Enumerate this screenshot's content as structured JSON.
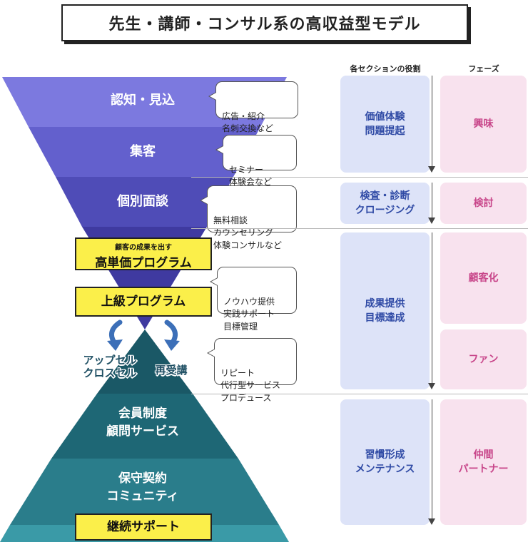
{
  "title": "先生・講師・コンサル系の高収益型モデル",
  "column_headers": {
    "role": "各セクションの役割",
    "phase": "フェーズ"
  },
  "funnel_layers": [
    {
      "label": "認知・見込"
    },
    {
      "label": "集客"
    },
    {
      "label": "個別面談"
    }
  ],
  "program_boxes": {
    "high_price_caption": "顧客の成果を出す",
    "high_price_label": "高単価プログラム",
    "advanced_label": "上級プログラム"
  },
  "upsell_label": "アップセル\nクロスセル",
  "retake_label": "再受講",
  "pyramid_layers": [
    {
      "label": "会員制度\n顧問サービス"
    },
    {
      "label": "保守契約\nコミュニティ"
    }
  ],
  "support_box_label": "継続サポート",
  "bubbles": [
    {
      "text": "広告・紹介\n名刺交換など"
    },
    {
      "text": "セミナー\n体験会など"
    },
    {
      "text": "無料相談\nカウンセリング\n体験コンサルなど"
    },
    {
      "text": "ノウハウ提供\n実践サポート\n目標管理"
    },
    {
      "text": "リピート\n代行型サービス\nプロデュース"
    }
  ],
  "roles": [
    {
      "text": "価値体験\n問題提起"
    },
    {
      "text": "検査・診断\nクロージング"
    },
    {
      "text": "成果提供\n目標達成"
    },
    {
      "text": "習慣形成\nメンテナンス"
    }
  ],
  "phases": [
    {
      "text": "興味"
    },
    {
      "text": "検討"
    },
    {
      "text": "顧客化"
    },
    {
      "text": "ファン"
    },
    {
      "text": "仲間\nパートナー"
    }
  ],
  "colors": {
    "funnel_1": "#7c79df",
    "funnel_2": "#6360cd",
    "funnel_3": "#4f4cb7",
    "funnel_4": "#3f3aa0",
    "pyramid_1": "#1a5866",
    "pyramid_2": "#1e6775",
    "pyramid_3": "#2a7d8b",
    "pyramid_4": "#3a9aa7",
    "highlight_yellow": "#fbef4a",
    "role_bg": "#dde3f8",
    "role_text": "#2f4aa5",
    "phase_bg": "#f8e2ee",
    "phase_text": "#c8468a",
    "upsell_arrow": "#3c6fb8"
  }
}
